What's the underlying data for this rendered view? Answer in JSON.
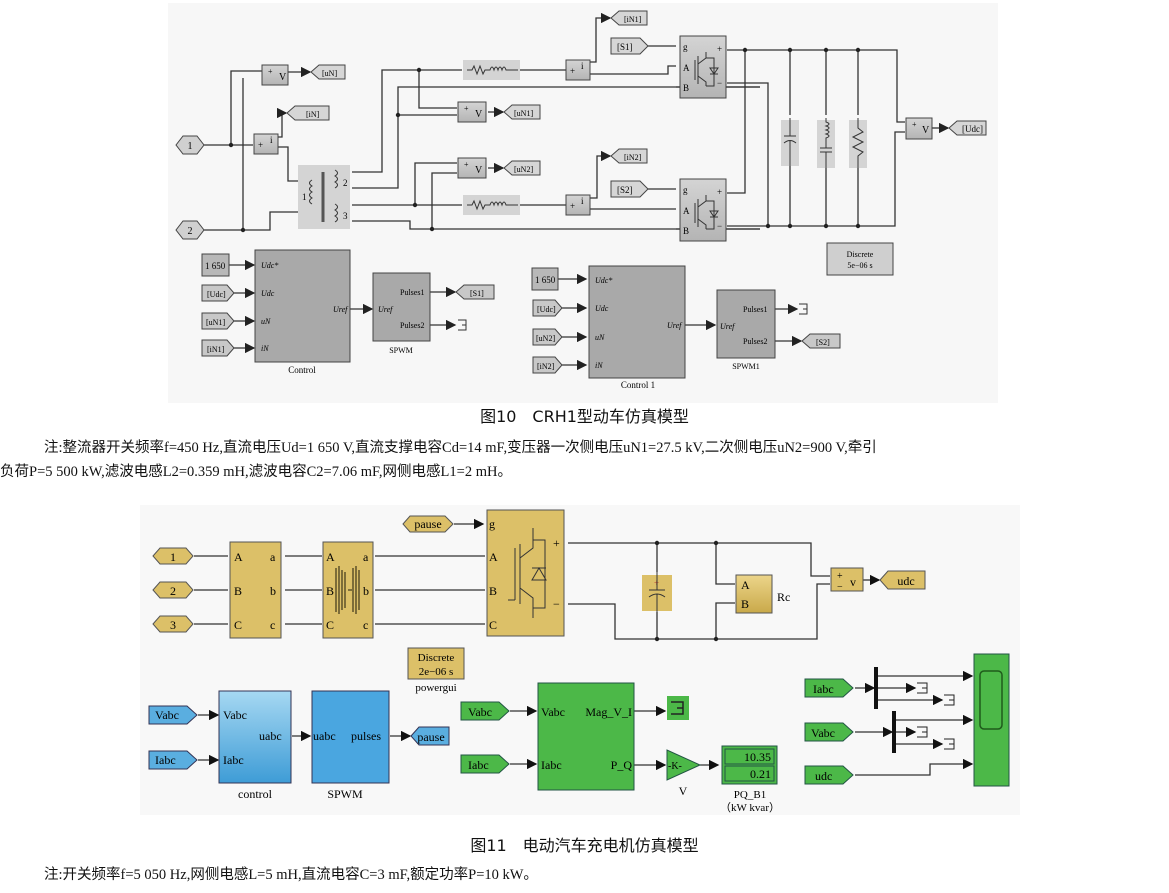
{
  "figure10": {
    "caption": "图10　CRH1型动车仿真模型",
    "note_line1": "注:整流器开关频率f=450 Hz,直流电压Ud=1 650 V,直流支撑电容Cd=14 mF,变压器一次侧电压uN1=27.5 kV,二次侧电压uN2=900 V,牵引",
    "note_line2": "负荷P=5 500 kW,滤波电感L2=0.359 mH,滤波电容C2=7.06 mF,网侧电感L1=2 mH。",
    "ports": {
      "in1": "1",
      "in2": "2"
    },
    "tags": {
      "uN": "[uN]",
      "iN": "[iN]",
      "iN1": "[iN1]",
      "iN2": "[iN2]",
      "uN1": "[uN1]",
      "uN2": "[uN2]",
      "S1": "[S1]",
      "S2": "[S2]",
      "Udc": "[Udc]"
    },
    "meter_labels": {
      "voltage": "V",
      "current": "i",
      "plus": "+",
      "minus": "−"
    },
    "transformer_windings": [
      "1",
      "2",
      "3"
    ],
    "bridge_ports": [
      "g",
      "A",
      "B",
      "+",
      "−"
    ],
    "const_value": "1 650",
    "control1": {
      "name": "Control",
      "inputs": [
        "Udc*",
        "Udc",
        "uN",
        "iN"
      ],
      "output": "Uref",
      "in_tags": [
        "[Udc]",
        "[uN1]",
        "[iN1]"
      ]
    },
    "spwm1": {
      "name": "SPWM",
      "input": "Uref",
      "outputs": [
        "Pulses1",
        "Pulses2"
      ],
      "out_tag": "[S1]"
    },
    "control2": {
      "name": "Control 1",
      "inputs": [
        "Udc*",
        "Udc",
        "uN",
        "iN"
      ],
      "output": "Uref",
      "in_tags": [
        "[Udc]",
        "[uN2]",
        "[iN2]"
      ]
    },
    "spwm2": {
      "name": "SPWM1",
      "input": "Uref",
      "outputs": [
        "Pulses1",
        "Pulses2"
      ],
      "out_tag": "[S2]"
    },
    "powergui": {
      "line1": "Discrete",
      "line2": "5e−06 s"
    }
  },
  "figure11": {
    "caption": "图11　电动汽车充电机仿真模型",
    "note": "注:开关频率f=5 050 Hz,网侧电感L=5 mH,直流电容C=3 mF,额定功率P=10 kW。",
    "ports": [
      "1",
      "2",
      "3"
    ],
    "meas_ports_in": [
      "A",
      "B",
      "C"
    ],
    "meas_ports_out": [
      "a",
      "b",
      "c"
    ],
    "pause_tag": "pause",
    "bridge_ports": [
      "g",
      "A",
      "B",
      "C",
      "+",
      "−"
    ],
    "rc": {
      "label": "Rc",
      "ports": [
        "A",
        "B"
      ]
    },
    "vmeter": {
      "plus": "+",
      "minus": "−",
      "label": "v"
    },
    "udc_tag": "udc",
    "powergui": {
      "line1": "Discrete",
      "line2": "2e−06 s",
      "name": "powergui"
    },
    "control": {
      "name": "control",
      "inputs": [
        "Vabc",
        "Iabc"
      ],
      "output": "uabc"
    },
    "spwm": {
      "name": "SPWM",
      "input": "uabc",
      "output": "pulses"
    },
    "from_tags": {
      "vabc": "Vabc",
      "iabc": "Iabc",
      "udc": "udc",
      "pause": "pause"
    },
    "pq_block": {
      "inputs": [
        "Vabc",
        "Iabc"
      ],
      "outputs": [
        "Mag_V_I",
        "P_Q"
      ]
    },
    "gain": {
      "text": "-K-",
      "name": "V"
    },
    "display": {
      "values": [
        "10.35",
        "0.21"
      ],
      "name": "PQ_B1",
      "unit": "（kW kvar）"
    }
  },
  "colors": {
    "gray_block": "#bfbfbf",
    "gold_block": "#dcc068",
    "blue_block": "#5aaee0",
    "green_block": "#4cb848",
    "wire": "#333333"
  }
}
